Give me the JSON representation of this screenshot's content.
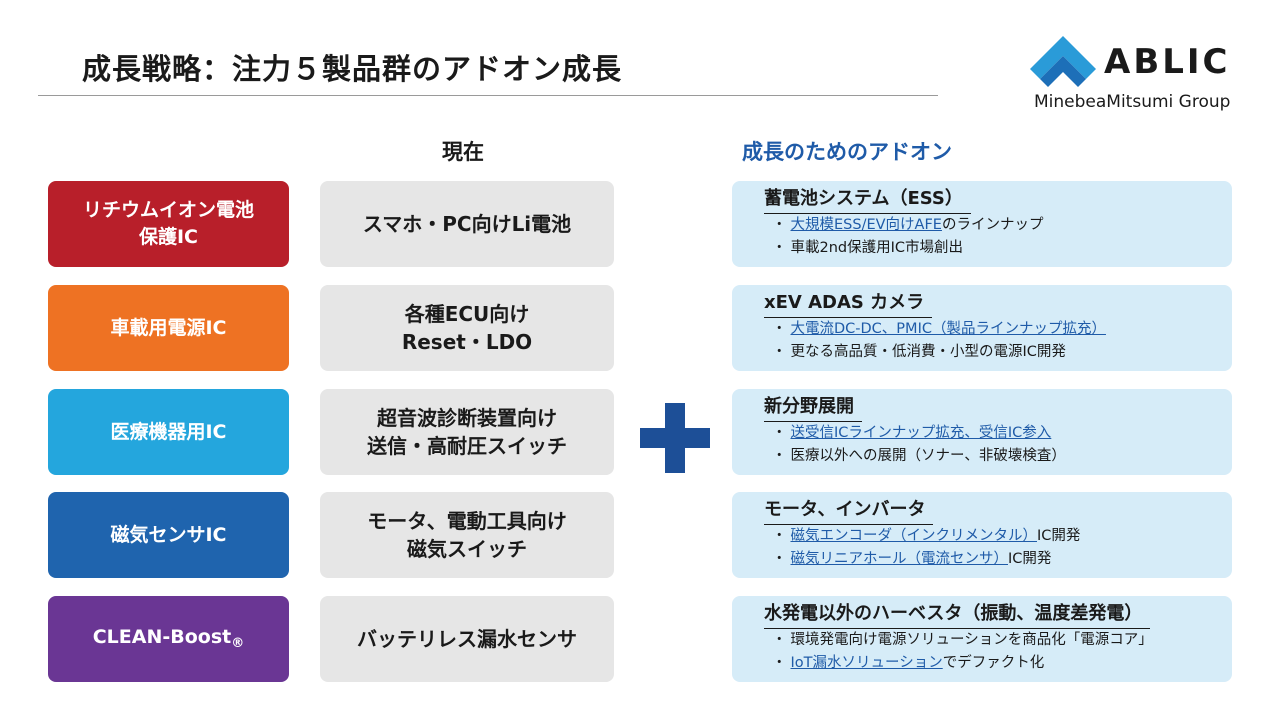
{
  "title": "成長戦略：注力５製品群のアドオン成長",
  "logo": {
    "name": "ABLIC",
    "group": "MinebeaMitsumi Group"
  },
  "headers": {
    "current": "現在",
    "addon": "成長のためのアドオン"
  },
  "bullet": "・",
  "colors": {
    "red": "#b81f2a",
    "orange": "#ee7223",
    "cyan": "#24a6dd",
    "blue": "#1f64ae",
    "purple": "#6a3694",
    "link": "#1f5ba8",
    "plus": "#1d4f97"
  },
  "rows": [
    {
      "category": "リチウムイオン電池\n保護IC",
      "current": "スマホ・PC向けLi電池",
      "addon_title": "蓄電池システム（ESS）",
      "items": [
        {
          "link": "大規模ESS/EV向けAFE",
          "text": "のラインナップ"
        },
        {
          "link": "",
          "text": "車載2nd保護用IC市場創出"
        }
      ]
    },
    {
      "category": "車載用電源IC",
      "current": "各種ECU向け\nReset・LDO",
      "addon_title": "xEV ADAS カメラ",
      "items": [
        {
          "link": "大電流DC-DC、PMIC（製品ラインナップ拡充）",
          "text": ""
        },
        {
          "link": "",
          "text": "更なる高品質・低消費・小型の電源IC開発"
        }
      ]
    },
    {
      "category": "医療機器用IC",
      "current": "超音波診断装置向け\n送信・高耐圧スイッチ",
      "addon_title": "新分野展開",
      "items": [
        {
          "link": "送受信ICラインナップ拡充、受信IC参入",
          "text": ""
        },
        {
          "link": "",
          "text": "医療以外への展開（ソナー、非破壊検査）"
        }
      ]
    },
    {
      "category": "磁気センサIC",
      "current": "モータ、電動工具向け\n磁気スイッチ",
      "addon_title": "モータ、インバータ",
      "items": [
        {
          "link": "磁気エンコーダ（インクリメンタル）",
          "text": "IC開発"
        },
        {
          "link": "磁気リニアホール（電流センサ）",
          "text": "IC開発"
        }
      ]
    },
    {
      "category": "CLEAN-Boost",
      "category_mark": "®",
      "current": "バッテリレス漏水センサ",
      "addon_title": "水発電以外のハーベスタ（振動、温度差発電）",
      "items": [
        {
          "link": "",
          "text": "環境発電向け電源ソリューションを商品化「電源コア」"
        },
        {
          "link": "IoT漏水ソリューション",
          "text": "でデファクト化"
        }
      ]
    }
  ]
}
